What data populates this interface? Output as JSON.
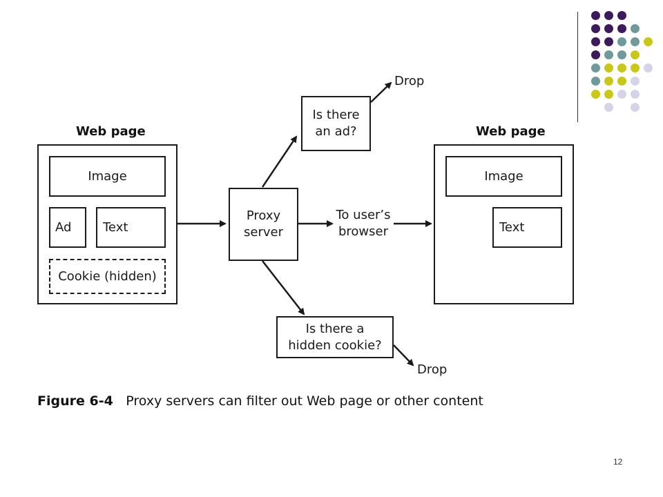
{
  "decor": {
    "colors": {
      "purple": "#3d1a5b",
      "teal": "#6e9a9a",
      "olive": "#c9c816",
      "lavender": "#d5d3e8"
    },
    "dots": [
      [
        "purple",
        "purple",
        "purple",
        null,
        null,
        null
      ],
      [
        "purple",
        "purple",
        "purple",
        "teal",
        null,
        null
      ],
      [
        "purple",
        "purple",
        "teal",
        "teal",
        "olive",
        null
      ],
      [
        "purple",
        "teal",
        "teal",
        "olive",
        null,
        null
      ],
      [
        "teal",
        "olive",
        "olive",
        "olive",
        "lavender",
        null
      ],
      [
        "teal",
        "olive",
        "olive",
        "lavender",
        null,
        null
      ],
      [
        "olive",
        "olive",
        "lavender",
        "lavender",
        null,
        null
      ],
      [
        null,
        "lavender",
        null,
        "lavender",
        null,
        null
      ]
    ]
  },
  "diagram": {
    "left_page": {
      "title": "Web page",
      "image": "Image",
      "ad": "Ad",
      "text": "Text",
      "cookie": "Cookie (hidden)"
    },
    "proxy": {
      "line1": "Proxy",
      "line2": "server"
    },
    "ad_check": {
      "line1": "Is there",
      "line2": "an ad?"
    },
    "cookie_check": {
      "line1": "Is there a",
      "line2": "hidden cookie?"
    },
    "drop_top": "Drop",
    "drop_bottom": "Drop",
    "to_browser": {
      "line1": "To user’s",
      "line2": "browser"
    },
    "right_page": {
      "title": "Web page",
      "image": "Image",
      "text": "Text"
    }
  },
  "caption": {
    "figure": "Figure 6-4",
    "text": "Proxy servers can filter out Web page or other content"
  },
  "slide_number": "12"
}
